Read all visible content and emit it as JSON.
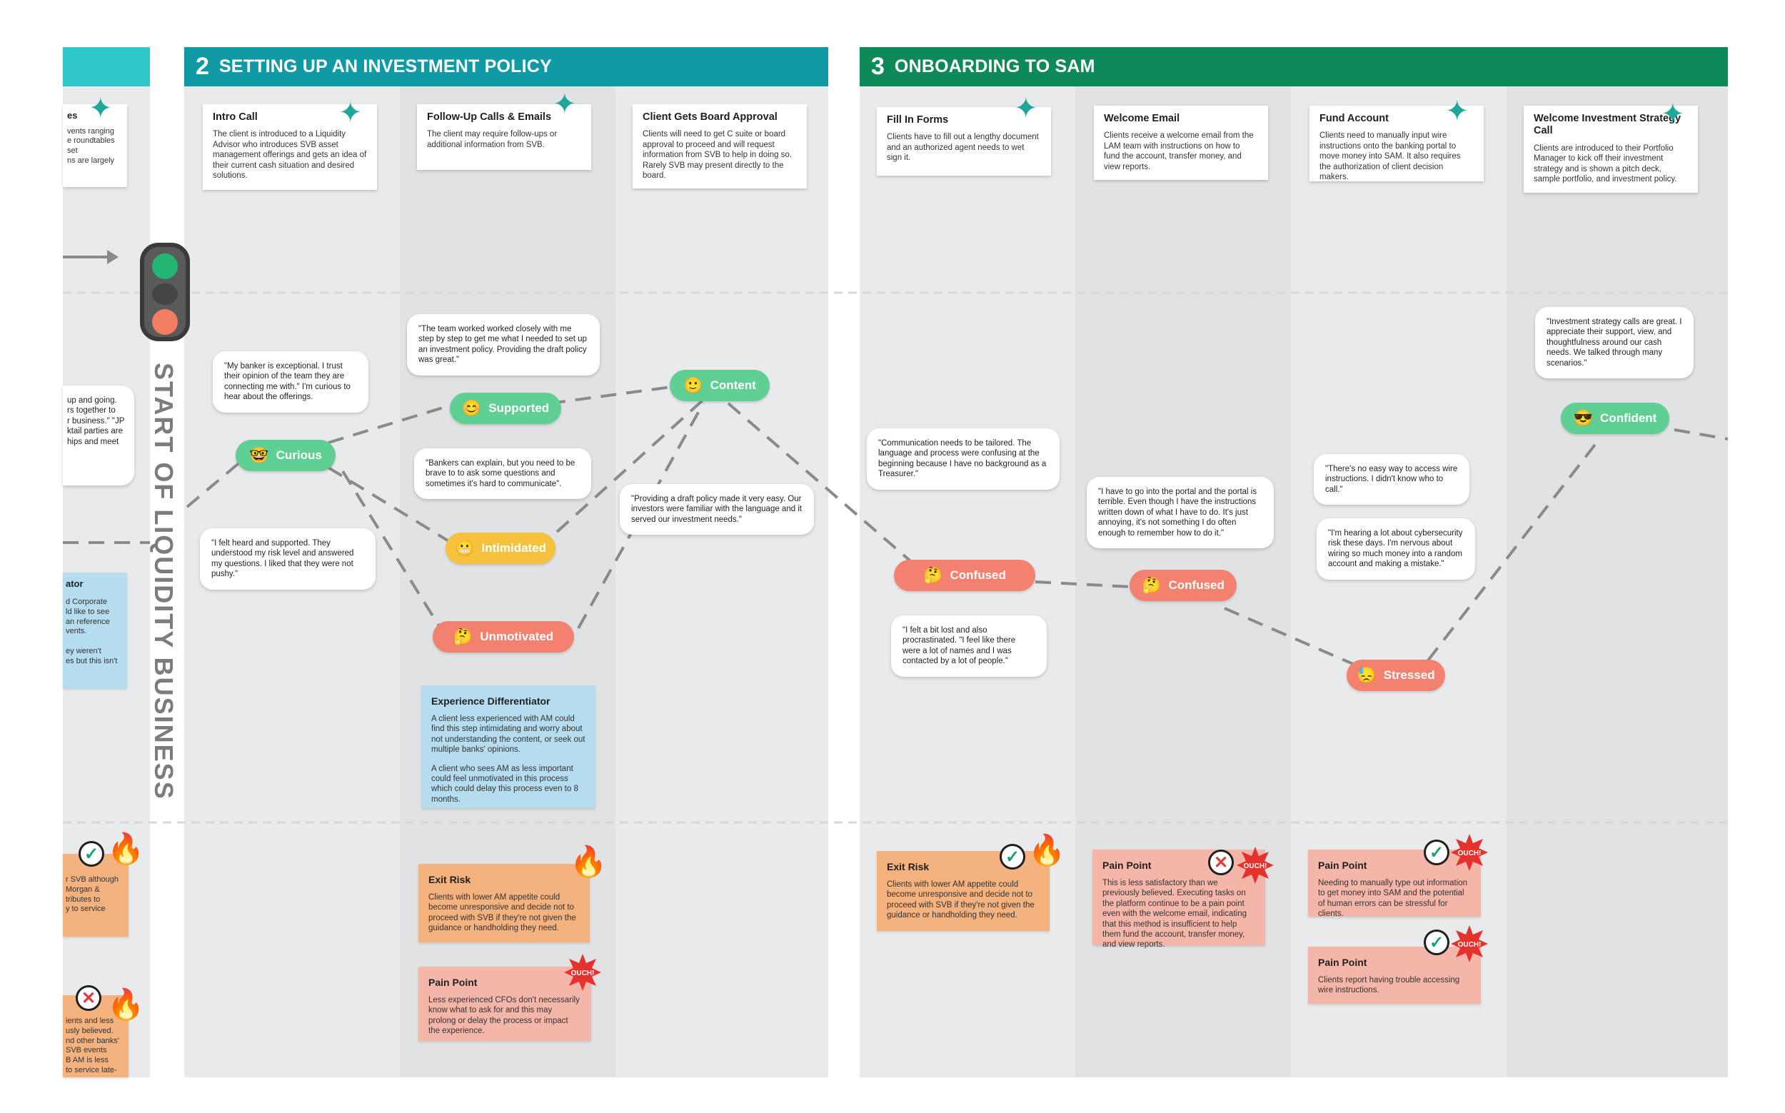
{
  "colors": {
    "teal_header": "#2ec6c9",
    "blue_header": "#0f9aa5",
    "green_header": "#0d8a5a",
    "green_pill": "#5fcf94",
    "yellow_pill": "#f6c23e",
    "red_pill": "#f38170",
    "lane_bg": "#e9eaeb"
  },
  "sections": [
    {
      "num": "2",
      "title": "SETTING UP AN INVESTMENT POLICY"
    },
    {
      "num": "3",
      "title": "ONBOARDING TO SAM"
    }
  ],
  "vertical_title": "START OF LIQUIDITY BUSINESS",
  "steps": [
    {
      "title": "Intro Call",
      "text": "The client is introduced to a Liquidity Advisor who introduces SVB asset management offerings and gets an idea of their current cash situation and desired solutions."
    },
    {
      "title": "Follow-Up Calls & Emails",
      "text": "The client may require follow-ups or additional information from SVB."
    },
    {
      "title": "Client Gets Board Approval",
      "text": "Clients will need to get C suite or board approval to proceed and will request information from SVB to help in doing so. Rarely SVB may present directly to the board."
    },
    {
      "title": "Fill In Forms",
      "text": "Clients have to fill out a lengthy document and an authorized agent needs to wet sign it."
    },
    {
      "title": "Welcome Email",
      "text": "Clients receive a welcome email from the LAM team with instructions on how to fund the account, transfer money, and view reports."
    },
    {
      "title": "Fund Account",
      "text": "Clients need to manually input wire instructions onto the banking portal to move money into SAM. It also requires the authorization of client decision makers."
    },
    {
      "title": "Welcome Investment Strategy Call",
      "text": "Clients are introduced to their Portfolio Manager to kick off their investment strategy and is shown a pitch deck, sample portfolio, and investment policy."
    }
  ],
  "left_fragments": {
    "card_title": "es",
    "card_text": "vents ranging\ne roundtables\nset\nns are largely",
    "bubble_text": "up and going.\nrs together to\nr business.\" \"JP\nktail parties are\nhips and meet",
    "blue_title": "ator",
    "blue_text": "d Corporate\nld like to see\nan reference\nvents.\n\ney weren't\nes but this isn't",
    "orange_text": "r SVB although\nMorgan &\ntributes to\ny to service",
    "orange2_text": "ients and less\nusly believed.\nnd other banks'\nSVB events\nB AM is less\nto service late-"
  },
  "emotions": [
    {
      "label": "Curious",
      "emoji": "🤓"
    },
    {
      "label": "Supported",
      "emoji": "😊"
    },
    {
      "label": "Intimidated",
      "emoji": "😬"
    },
    {
      "label": "Unmotivated",
      "emoji": "🤔"
    },
    {
      "label": "Content",
      "emoji": "🙂"
    },
    {
      "label": "Confused",
      "emoji": "🤔"
    },
    {
      "label": "Confused",
      "emoji": "🤔"
    },
    {
      "label": "Stressed",
      "emoji": "😓"
    },
    {
      "label": "Confident",
      "emoji": "😎"
    }
  ],
  "quotes": [
    "\"My banker is exceptional. I trust their opinion of the team they are connecting me with.\" I'm curious to hear about the offerings.",
    "\"I felt heard and supported. They understood my risk level and answered my questions. I liked that they were not pushy.\"",
    "\"The team worked worked closely with me step by step to get me what I needed to set up an investment policy. Providing the draft policy was great.\"",
    "\"Bankers can explain, but you need to be brave to to ask some questions and sometimes it's hard to communicate\".",
    "\"Providing a draft policy made it very easy. Our investors were familiar with the language and it served our investment needs.\"",
    "\"Communication needs to be tailored. The language and process were confusing at the beginning because I have no background as a Treasurer.\"",
    "\"I felt a bit lost and also procrastinated. \"I feel like there were a lot of names and I was contacted by a lot of people.\"",
    "\"I have to go into the portal and the portal is terrible. Even though I have the instructions written down of what I have to do. It's just annoying, it's not something I do often enough to remember how to do it.\"",
    "\"There's no easy way to access wire instructions. I didn't know who to call.\"",
    "\"I'm hearing a lot about cybersecurity risk these days. I'm nervous about wiring so much money into a random account and making a mistake.\"",
    "\"Investment strategy calls are great. I appreciate their support, view, and thoughtfulness around our cash needs. We talked through many scenarios.\""
  ],
  "differentiator": {
    "title": "Experience Differentiator",
    "p1": "A client less experienced with AM could find this step intimidating and worry about not understanding the content, or seek out multiple banks' opinions.",
    "p2": "A client who sees AM as less important could feel unmotivated in this process which could delay this process even to 8 months."
  },
  "risks": [
    {
      "title": "Exit Risk",
      "text": "Clients with lower AM appetite could become unresponsive and decide not to proceed with SVB if they're not given the guidance or handholding they need."
    },
    {
      "title": "Pain Point",
      "text": "Less experienced CFOs don't necessarily know what to ask for and this may prolong or delay the process or impact the experience."
    },
    {
      "title": "Exit Risk",
      "text": "Clients with lower AM appetite could become unresponsive and decide not to proceed with SVB if they're not given the guidance or handholding they need."
    },
    {
      "title": "Pain Point",
      "text": "This is less satisfactory than we previously believed. Executing tasks on the platform continue to be a pain point even with the welcome email, indicating that this method is insufficient to help them fund the account, transfer money, and view reports."
    },
    {
      "title": "Pain Point",
      "text": "Needing to manually type out information to get money into SAM and the potential of human errors can be stressful for clients."
    },
    {
      "title": "Pain Point",
      "text": "Clients report having trouble accessing wire instructions."
    }
  ],
  "badges": {
    "ouch": "OUCH!",
    "sparkle": "✦",
    "fire": "🔥",
    "check": "✓",
    "x": "✕"
  }
}
